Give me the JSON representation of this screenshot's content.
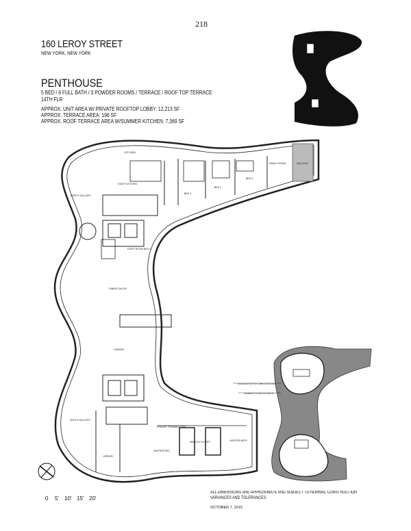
{
  "page_number": "218",
  "building": {
    "name": "160 LEROY STREET",
    "location": "NEW YORK, NEW YORK"
  },
  "unit": {
    "name": "PENTHOUSE",
    "summary": "5 BED / 6 FULL BATH / 3 POWDER ROOMS / TERRACE / ROOF TOP TERRACE",
    "floor": "14TH FLR",
    "areas": [
      "APPROX. UNIT AREA W/ PRIVATE ROOFTOP LOBBY: 12,213 SF",
      "APPROX. TERRACE AREA: 196 SF",
      "APPROX. ROOF TERRACE AREA W/SUMMER KITCHEN: 7,369 SF"
    ]
  },
  "rooms": {
    "kitchen": "KITCHEN",
    "staff_kitchen": "STAFF KITCHEN",
    "bed2": "BED 2",
    "bed3": "BED 3",
    "bed4": "BED 4",
    "family_room": "FAMILY ROOM",
    "balcony": "BALCONY",
    "north_gallery": "NORTH GALLERY",
    "staff_room": "STAFF ROOM BED 5",
    "dining_salon": "DINING SALON",
    "library": "LIBRARY",
    "south_gallery": "SOUTH GALLERY",
    "study": "LIBRARY",
    "master_bedroom": "MASTER BED",
    "walk_in_closet": "WALK-IN CLOSET",
    "master_bath": "MASTER BATH",
    "training_gym": "PRIVATE TRAINING GYM"
  },
  "roof_plan_labels": {
    "lobby": "PRIVATE ROOFTOP LOBBY ENTRANCE",
    "summer_kitchen": "SUMMER KITCHEN EXTERIOR"
  },
  "scale_bar": [
    "0",
    "5'",
    "10'",
    "15'",
    "20'"
  ],
  "footer": {
    "note": "ALL DIMENSIONS ARE APPROXIMATE AND SUBJECT TO NORMAL CONSTRUCTION VARIANCES AND TOLERANCES.",
    "date": "OCTOBER 7, 2015"
  }
}
